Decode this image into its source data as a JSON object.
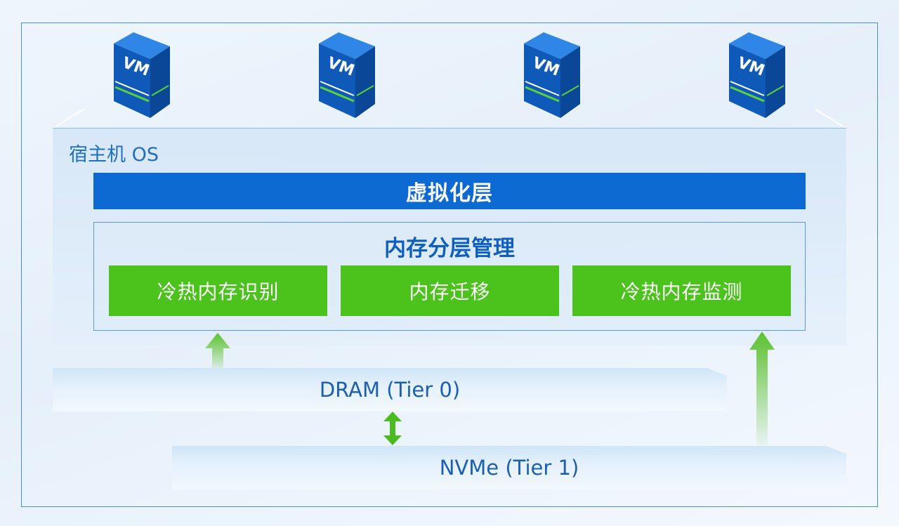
{
  "vms": [
    {
      "label": "VM"
    },
    {
      "label": "VM"
    },
    {
      "label": "VM"
    },
    {
      "label": "VM"
    }
  ],
  "host": {
    "label": "宿主机 OS",
    "virtualization_layer": "虚拟化层",
    "memory_management": {
      "title": "内存分层管理",
      "modules": [
        {
          "label": "冷热内存识别"
        },
        {
          "label": "内存迁移"
        },
        {
          "label": "冷热内存监测"
        }
      ]
    }
  },
  "tiers": {
    "dram": "DRAM (Tier 0)",
    "nvme": "NVMe (Tier 1)"
  },
  "colors": {
    "outer_border": "#4a90d9",
    "virtualization_bar": "#0e6ad3",
    "module_green": "#4cc21c",
    "title_blue": "#0e5fbf",
    "arrow_green": "#5cc22e",
    "vm_blue": "#0f5ab8"
  }
}
